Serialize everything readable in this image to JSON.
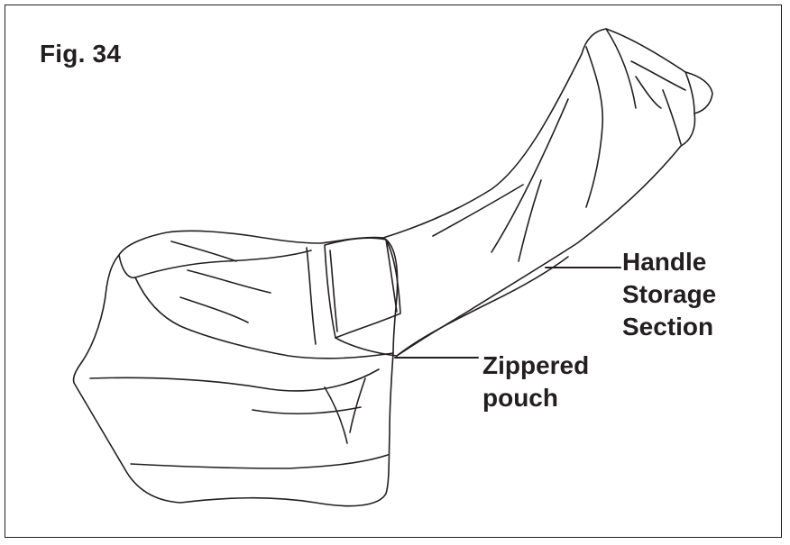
{
  "figure": {
    "label": "Fig. 34"
  },
  "callouts": {
    "handle_storage": {
      "line1": "Handle",
      "line2": "Storage",
      "line3": "Section"
    },
    "zippered_pouch": {
      "line1": "Zippered",
      "line2": "pouch"
    }
  },
  "colors": {
    "ink": "#231f20",
    "background": "#ffffff"
  },
  "icons": {
    "illustration": "grass-catcher-bag-with-handle-cover-drawing"
  }
}
